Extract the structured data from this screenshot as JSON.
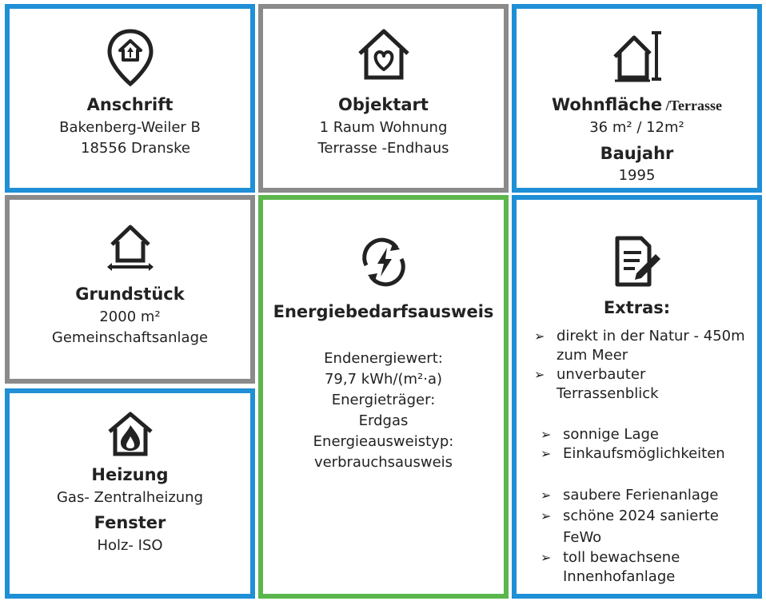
{
  "anschrift": {
    "heading": "Anschrift",
    "line1": "Bakenberg-Weiler B",
    "line2": "18556 Dranske"
  },
  "objektart": {
    "heading": "Objektart",
    "line1": "1 Raum  Wohnung",
    "line2": "Terrasse -Endhaus"
  },
  "wohnflaeche": {
    "heading": "Wohnfläche",
    "heading_suffix": " /Terrasse",
    "value": "36 m² / 12m²",
    "baujahr_heading": "Baujahr",
    "baujahr_value": "1995"
  },
  "grundstueck": {
    "heading": "Grundstück",
    "line1": "2000 m²",
    "line2": "Gemeinschaftsanlage"
  },
  "energie": {
    "heading": "Energiebedarfsausweis",
    "lines": [
      "Endenergiewert:",
      "79,7 kWh/(m²·a)",
      "Energieträger:",
      "Erdgas",
      "Energieausweistyp:",
      "verbrauchsausweis"
    ]
  },
  "extras": {
    "heading": "Extras:",
    "items": [
      "direkt in der Natur - 450m zum Meer",
      "unverbauter Terrassenblick",
      "sonnige Lage",
      " Einkaufsmöglichkeiten",
      "saubere Ferienanlage",
      "schöne 2024 sanierte FeWo",
      "toll bewachsene Innenhofanlage"
    ]
  },
  "heizung": {
    "heading": "Heizung",
    "value": "Gas- Zentralheizung",
    "fenster_heading": "Fenster",
    "fenster_value": "Holz- ISO"
  },
  "colors": {
    "blue": "#1f8fd6",
    "gray": "#8a8a8a",
    "green": "#5bb64c"
  },
  "icons": [
    "location-home-icon",
    "house-heart-icon",
    "house-measure-icon",
    "house-plot-icon",
    "energy-cycle-icon",
    "document-pen-icon",
    "house-flame-icon"
  ]
}
